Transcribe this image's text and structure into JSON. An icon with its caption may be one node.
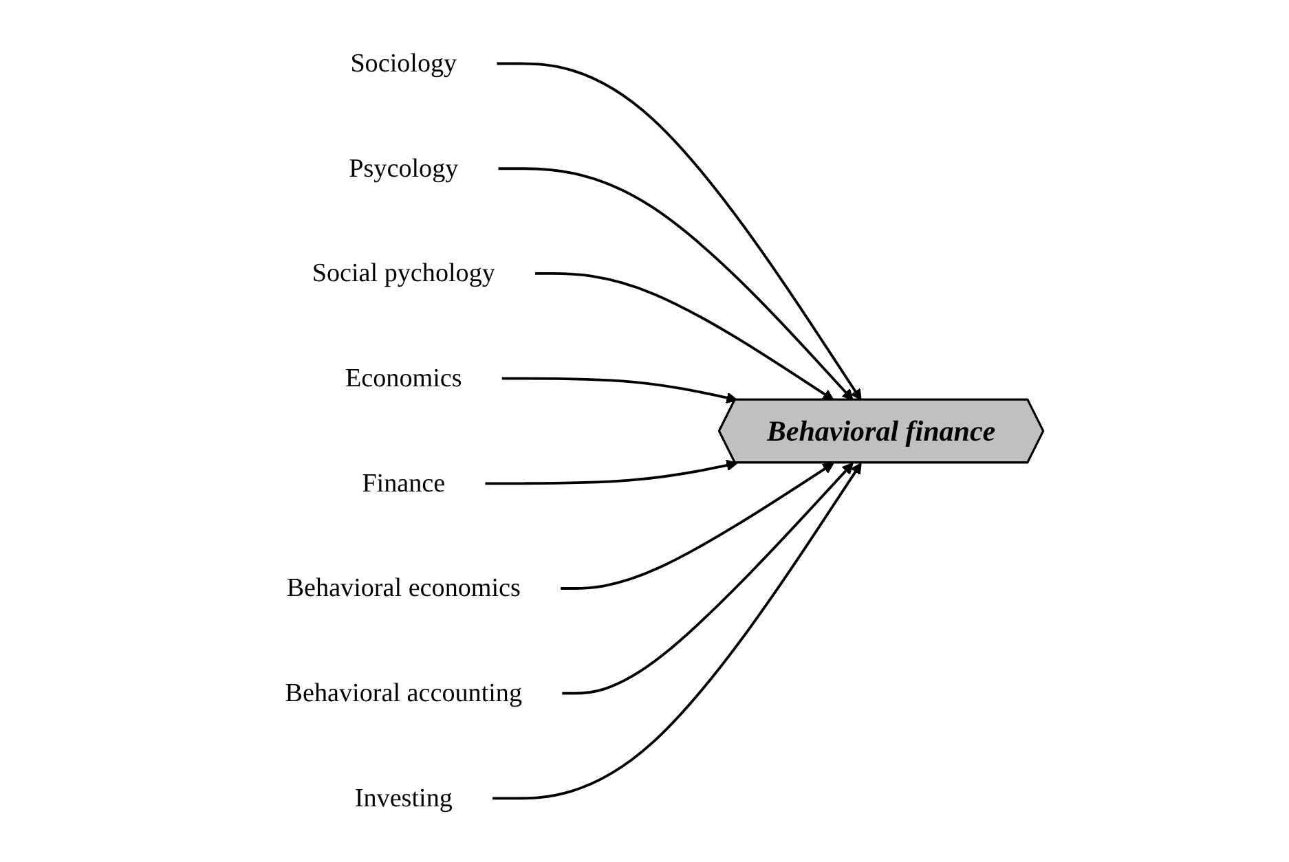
{
  "diagram": {
    "nodes": [
      {
        "text": [
          "Sociology"
        ]
      },
      {
        "text": [
          "Psycology"
        ]
      },
      {
        "text": [
          "Social pychology"
        ]
      },
      {
        "text": [
          "Behavioral finance"
        ]
      },
      {
        "text": [
          "Economics"
        ]
      },
      {
        "text": [
          "Finance"
        ]
      },
      {
        "text": [
          "Behavioral economics"
        ]
      },
      {
        "text": [
          "Behavioral accounting"
        ]
      },
      {
        "text": [
          "Investing"
        ]
      }
    ],
    "edges": [
      {
        "from": 0,
        "to": 3,
        "arrow": "to"
      },
      {
        "from": 1,
        "to": 3,
        "arrow": "to"
      },
      {
        "from": 2,
        "to": 3,
        "arrow": "to"
      },
      {
        "from": 4,
        "to": 3,
        "arrow": "to"
      },
      {
        "from": 5,
        "to": 3,
        "arrow": "to"
      },
      {
        "from": 6,
        "to": 3,
        "arrow": "to"
      },
      {
        "from": 7,
        "to": 3,
        "arrow": "to"
      },
      {
        "from": 8,
        "to": 3,
        "arrow": "to"
      }
    ]
  }
}
